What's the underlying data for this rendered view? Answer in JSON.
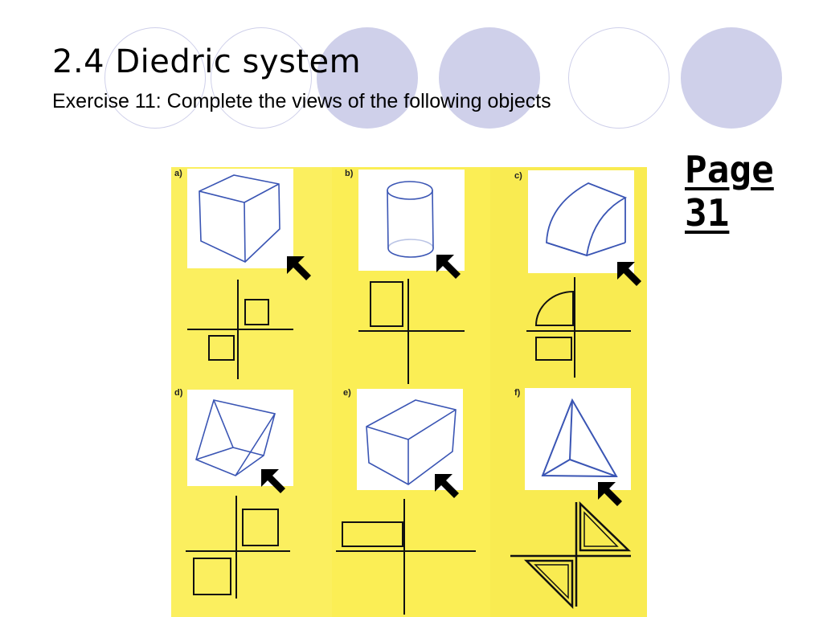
{
  "slide": {
    "title": "2.4 Diedric system",
    "subtitle": "Exercise 11: Complete the views of the following objects",
    "page_ref": {
      "line1": "Page",
      "line2": "31"
    }
  },
  "exercises": [
    {
      "label": "a)",
      "object": "cube"
    },
    {
      "label": "b)",
      "object": "cylinder"
    },
    {
      "label": "c)",
      "object": "quarter-cylinder"
    },
    {
      "label": "d)",
      "object": "triangular-prism"
    },
    {
      "label": "e)",
      "object": "rectangular-prism"
    },
    {
      "label": "f)",
      "object": "tetrahedron"
    }
  ],
  "colors": {
    "decor_circle": "#cfd0ea",
    "sheet_yellow": "#fbee55",
    "sketch_blue": "#3a55b4",
    "ink": "#111111"
  }
}
